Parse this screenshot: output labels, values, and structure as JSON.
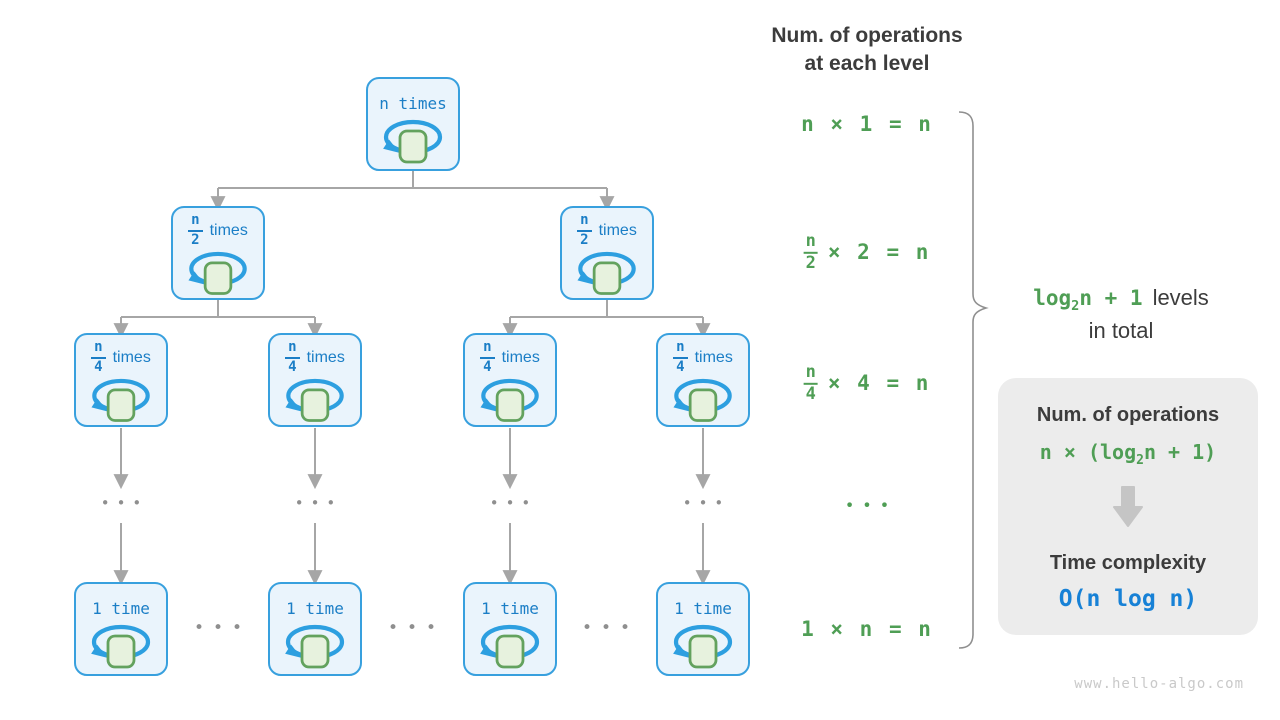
{
  "right_panel": {
    "title_line1": "Num. of operations",
    "title_line2": "at each level",
    "ops": {
      "row1": "n × 1 = n",
      "row2": {
        "num": "n",
        "den": "2",
        "rest": "× 2 = n"
      },
      "row3": {
        "num": "n",
        "den": "4",
        "rest": "× 4 = n"
      },
      "dots": "•••",
      "row5": "1 × n = n"
    },
    "brace_note": {
      "green_pre": "log",
      "green_sub": "2",
      "green_post": "n + 1",
      "dark_rest": "levels",
      "line2": "in total"
    }
  },
  "tree": {
    "root_label": "n times",
    "level2": {
      "num": "n",
      "den": "2",
      "unit": "times"
    },
    "level3": {
      "num": "n",
      "den": "4",
      "unit": "times"
    },
    "leaf_label": "1 time",
    "ellipsis": "•••"
  },
  "summary_box": {
    "ops_title": "Num. of operations",
    "formula_pre": "n × (log",
    "formula_sub": "2",
    "formula_post": "n + 1)",
    "time_title": "Time complexity",
    "complexity": "O(n log n)"
  },
  "watermark": "www.hello-algo.com",
  "colors": {
    "node_border_blue": "#38a0de",
    "node_fill_blue": "#eaf4fc",
    "node_text_blue": "#1b7ec6",
    "loop_square_fill": "#e7f2de",
    "loop_square_border": "#63a25e",
    "formula_green": "#4f9e55",
    "complexity_blue": "#1781d6",
    "connector_gray": "#a6a6a6",
    "summary_box_bg": "#ececec",
    "text_dark": "#3c3c3c",
    "watermark_gray": "#c9c9c9"
  }
}
